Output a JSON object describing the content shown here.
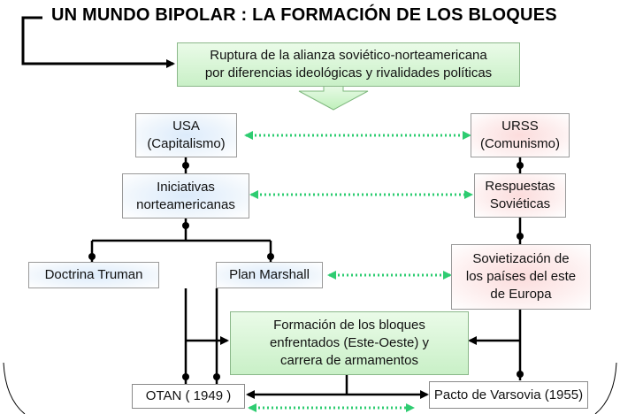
{
  "title": "UN MUNDO BIPOLAR : LA FORMACIÓN DE LOS BLOQUES",
  "nodes": {
    "ruptura": "Ruptura de la alianza soviético-norteamericana\npor diferencias ideológicas y rivalidades políticas",
    "usa": "USA\n(Capitalismo)",
    "urss": "URSS\n(Comunismo)",
    "iniciativas": "Iniciativas\nnorteamericanas",
    "respuestas": "Respuestas\nSoviéticas",
    "truman": "Doctrina  Truman",
    "marshall": "Plan Marshall",
    "sovietizacion": "Sovietización de\nlos países del este\nde Europa",
    "bloques": "Formación de los bloques\nenfrentados (Este-Oeste) y\ncarrera de armamentos",
    "otan": "OTAN ( 1949 )",
    "varsovia": "Pacto de Varsovia (1955)"
  },
  "colors": {
    "green_box": "#c9f0c7",
    "blue_box": "#dcebfb",
    "pink_box": "#fcdcdc",
    "dotted_arrow": "#2ecc71",
    "connector": "#000000"
  }
}
